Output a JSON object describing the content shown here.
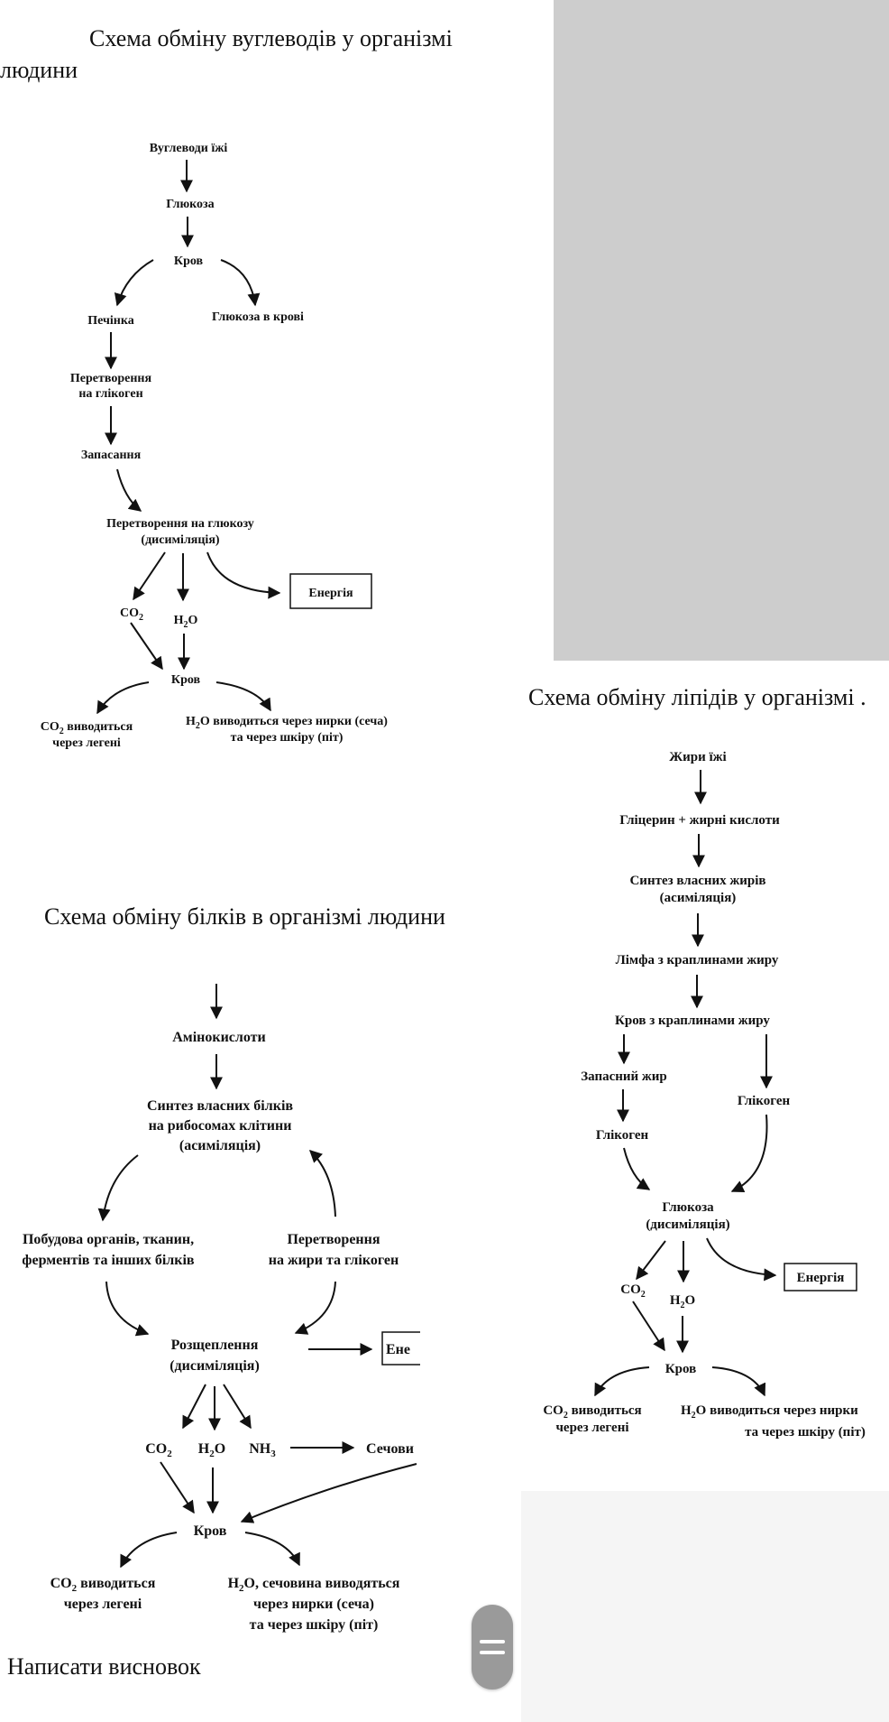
{
  "carbs": {
    "heading_line1": "Схема обміну вуглеводів у організмі",
    "heading_line2": "людини",
    "nodes": {
      "food": "Вуглеводи їжі",
      "glucose": "Глюкоза",
      "blood": "Кров",
      "liver": "Печінка",
      "glucose_blood": "Глюкоза в крові",
      "glycogen_1": "Перетворення",
      "glycogen_2": "на глікоген",
      "storage": "Запасання",
      "to_glucose_1": "Перетворення на глюкозу",
      "to_glucose_2": "(дисиміляція)",
      "co2": "CO",
      "h2o": "H",
      "energy": "Енергія",
      "blood2": "Кров",
      "co2_out_1": "CO",
      "co2_out_1b": " виводиться",
      "co2_out_2": "через легені",
      "h2o_out_1": "H",
      "h2o_out_1b": "O виводиться через нирки (сеча)",
      "h2o_out_2": "та через шкіру (піт)"
    }
  },
  "lipids": {
    "heading": "Схема обміну ліпідів у організмі .",
    "nodes": {
      "food": "Жири їжі",
      "glycerol": "Гліцерин + жирні кислоти",
      "synth_1": "Синтез власних жирів",
      "synth_2": "(асиміляція)",
      "lymph": "Лімфа з краплинами жиру",
      "blood": "Кров з краплинами жиру",
      "reserve": "Запасний жир",
      "glycogen_r": "Глікоген",
      "glycogen_l": "Глікоген",
      "glucose_1": "Глюкоза",
      "glucose_2": "(дисиміляція)",
      "energy": "Енергія",
      "co2": "CO",
      "h2o": "H",
      "blood2": "Кров",
      "co2_out_1": "CO",
      "co2_out_1b": " виводиться",
      "co2_out_2": "через легені",
      "h2o_out_1": "H",
      "h2o_out_1b": "O виводиться через нирки",
      "h2o_out_2": "та через шкіру (піт)"
    }
  },
  "proteins": {
    "heading": "Схема обміну білків в організмі людини",
    "nodes": {
      "amino": "Амінокислоти",
      "synth_1": "Синтез власних білків",
      "synth_2": "на рибосомах клітини",
      "synth_3": "(асиміляція)",
      "build_1": "Побудова органів, тканин,",
      "build_2": "ферментів та інших білків",
      "conv_1": "Перетворення",
      "conv_2": "на жири та глікоген",
      "split_1": "Розщеплення",
      "split_2": "(дисиміляція)",
      "energy": "Ене",
      "co2": "CO",
      "h2o": "H",
      "nh3": "NH",
      "urea": "Сечови",
      "blood": "Кров",
      "co2_out_1": "CO",
      "co2_out_1b": " виводиться",
      "co2_out_2": "через легені",
      "h2o_out_1": "H",
      "h2o_out_1b": "O, сечовина виводяться",
      "h2o_out_2": "через нирки (сеча)",
      "h2o_out_3": "та через шкіру (піт)"
    }
  },
  "subscripts": {
    "two": "2",
    "three": "3"
  },
  "conclusion": "Написати висновок",
  "handle_icon": "drag-handle-icon"
}
